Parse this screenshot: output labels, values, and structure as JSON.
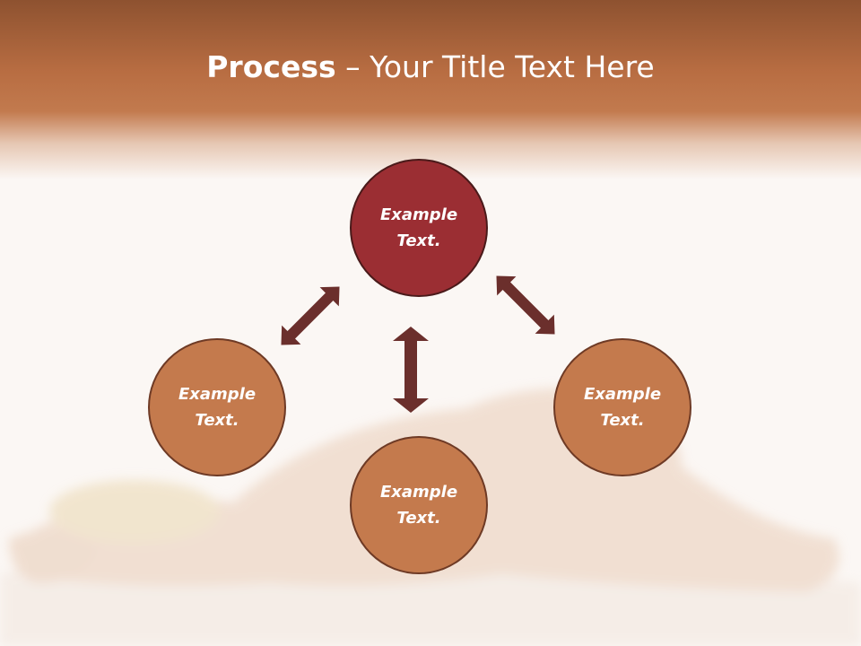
{
  "slide": {
    "title_bold": "Process",
    "title_rest": " – Your Title Text Here"
  },
  "diagram": {
    "nodes": {
      "top": {
        "label": "Example Text."
      },
      "left": {
        "label": "Example Text."
      },
      "right": {
        "label": "Example Text."
      },
      "bottom": {
        "label": "Example Text."
      }
    }
  },
  "colors": {
    "header": "#b86d42",
    "primary_node": "#9b2e33",
    "secondary_node": "#c47a4d",
    "arrow": "#6b2f2c",
    "background": "#fbf7f4"
  },
  "icons": {
    "arrow": "double-headed-arrow-icon"
  }
}
